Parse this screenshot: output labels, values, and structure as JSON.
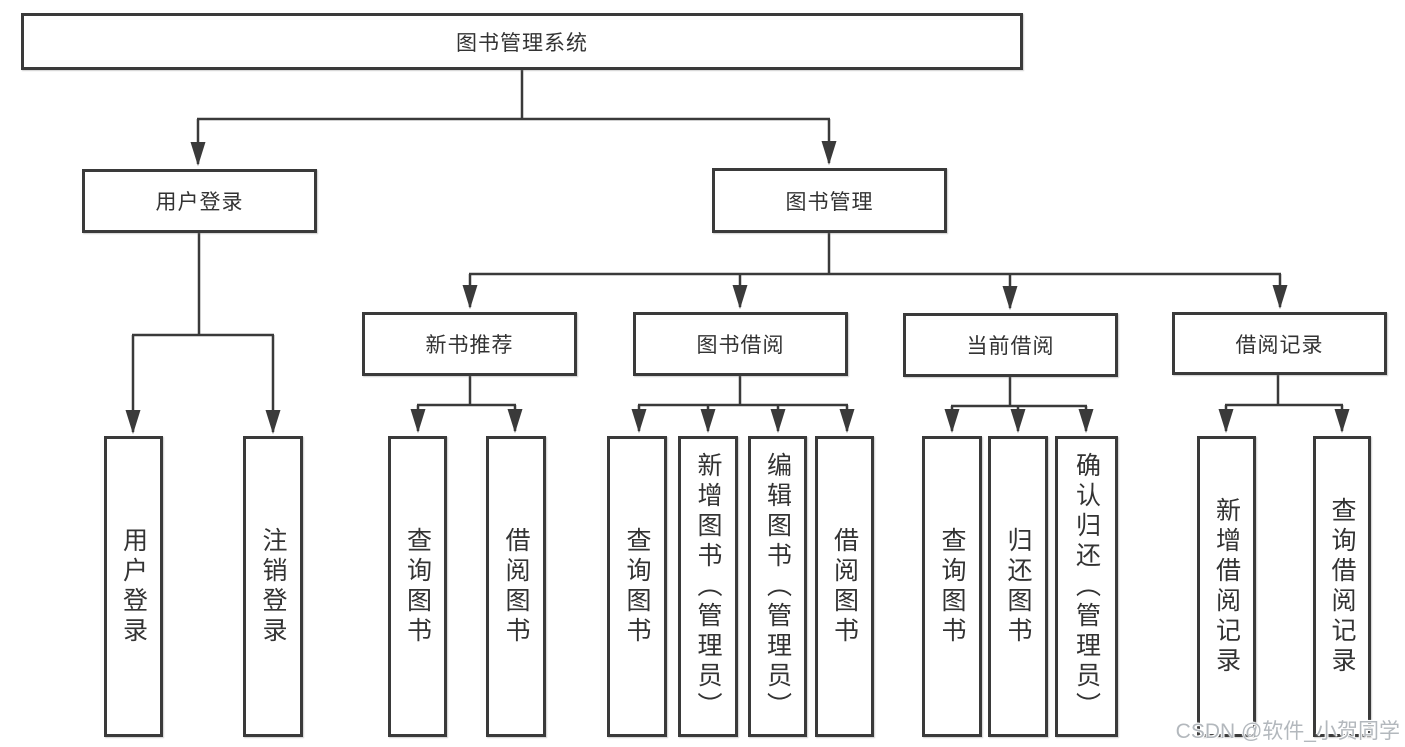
{
  "nodes": {
    "root": {
      "label": "图书管理系统"
    },
    "level2": [
      {
        "label": "用户登录"
      },
      {
        "label": "图书管理"
      }
    ],
    "level3": [
      {
        "label": "新书推荐"
      },
      {
        "label": "图书借阅"
      },
      {
        "label": "当前借阅"
      },
      {
        "label": "借阅记录"
      }
    ],
    "leaves": [
      {
        "label": "用户登录"
      },
      {
        "label": "注销登录"
      },
      {
        "label": "查询图书"
      },
      {
        "label": "借阅图书"
      },
      {
        "label": "查询图书"
      },
      {
        "label": "新增图书（管理员）"
      },
      {
        "label": "编辑图书（管理员）"
      },
      {
        "label": "借阅图书"
      },
      {
        "label": "查询图书"
      },
      {
        "label": "归还图书"
      },
      {
        "label": "确认归还（管理员）"
      },
      {
        "label": "新增借阅记录"
      },
      {
        "label": "查询借阅记录"
      }
    ]
  },
  "watermark": "CSDN @软件_小贺同学",
  "colors": {
    "line": "#3a3a3a",
    "text": "#333333",
    "watermark": "#b3b8bd",
    "background": "#ffffff"
  }
}
